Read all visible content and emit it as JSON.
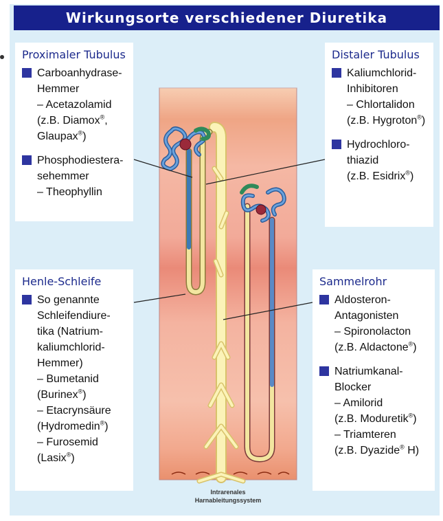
{
  "title": "Wirkungsorte verschiedener Diuretika",
  "caption": [
    "Intrarenales",
    "Harnableitungssystem"
  ],
  "icons": {
    "bullet": "square-bullet-icon"
  },
  "colors": {
    "title_bg": "#17218c",
    "heading": "#1c2a8c",
    "bullet": "#2e35a0",
    "panel_bg": "#dceef8"
  },
  "boxes": {
    "proximal": {
      "heading": "Proximaler Tubulus",
      "items": [
        {
          "lines": [
            "Carboanhydrase-",
            "Hemmer",
            "– Acetazolamid",
            "(z.B. Diamox®,",
            "Glaupax®)"
          ]
        },
        {
          "lines": [
            "Phosphodiestera-",
            "sehemmer",
            "– Theophyllin"
          ]
        }
      ]
    },
    "distal": {
      "heading": "Distaler Tubulus",
      "items": [
        {
          "lines": [
            "Kaliumchlorid-",
            "Inhibitoren",
            "– Chlortalidon",
            "(z.B. Hygroton®)"
          ]
        },
        {
          "lines": [
            "Hydrochloro-",
            "thiazid",
            "(z.B. Esidrix®)"
          ]
        }
      ]
    },
    "henle": {
      "heading": "Henle-Schleife",
      "items": [
        {
          "lines": [
            "So genannte",
            "Schleifendiure-",
            "tika (Natrium-",
            "kaliumchlorid-",
            "Hemmer)",
            "– Bumetanid",
            "(Burinex®)",
            "– Etacrynsäure",
            "(Hydromedin®)",
            "– Furosemid",
            "(Lasix®)"
          ]
        }
      ]
    },
    "sammel": {
      "heading": "Sammelrohr",
      "items": [
        {
          "lines": [
            "Aldosteron-",
            "Antagonisten",
            "– Spironolacton",
            "(z.B. Aldactone®)"
          ]
        },
        {
          "lines": [
            "Natriumkanal-",
            "Blocker",
            "– Amilorid",
            "(z.B. Moduretik®)",
            "– Triamteren",
            "(z.B. Dyazide® H)"
          ]
        }
      ]
    }
  }
}
